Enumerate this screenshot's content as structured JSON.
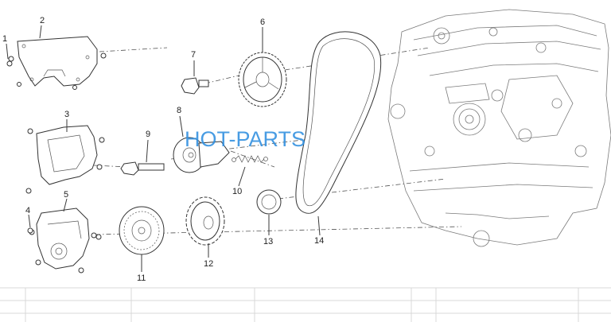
{
  "watermark": "HOT-PARTS",
  "callouts": [
    {
      "id": "1",
      "label": "1"
    },
    {
      "id": "2",
      "label": "2"
    },
    {
      "id": "3",
      "label": "3"
    },
    {
      "id": "4",
      "label": "4"
    },
    {
      "id": "5",
      "label": "5"
    },
    {
      "id": "6",
      "label": "6"
    },
    {
      "id": "7",
      "label": "7"
    },
    {
      "id": "8",
      "label": "8"
    },
    {
      "id": "9",
      "label": "9"
    },
    {
      "id": "10",
      "label": "10"
    },
    {
      "id": "11",
      "label": "11"
    },
    {
      "id": "12",
      "label": "12"
    },
    {
      "id": "13",
      "label": "13"
    },
    {
      "id": "14",
      "label": "14"
    }
  ]
}
